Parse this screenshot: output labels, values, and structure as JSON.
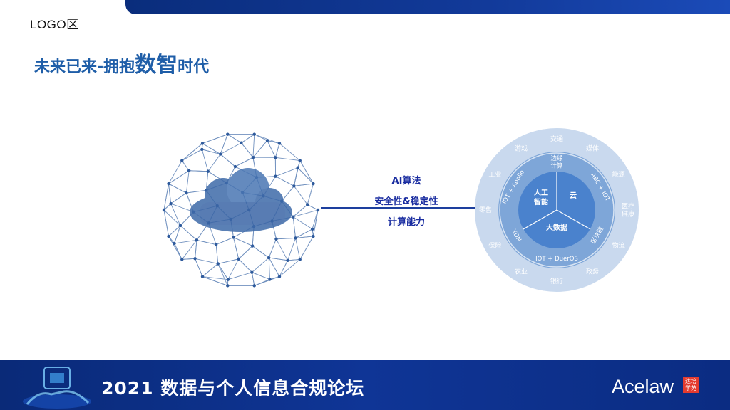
{
  "header": {
    "logo_placeholder": "LOGO区"
  },
  "slide": {
    "title_part1": "未来已来-拥抱",
    "title_emphasis": "数智",
    "title_part2": "时代"
  },
  "connector_labels": [
    "AI算法",
    "安全性&稳定性",
    "计算能力"
  ],
  "wheel": {
    "core": [
      "人工智能",
      "云",
      "大数据"
    ],
    "middle": [
      "边缘计算",
      "ABC + IOT",
      "区块链",
      "IOT + DuerOS",
      "XDN",
      "IOT + Apollo"
    ],
    "outer": [
      "交通",
      "媒体",
      "能源",
      "医疗健康",
      "物流",
      "政务",
      "银行",
      "农业",
      "保险",
      "零售",
      "工业",
      "游戏"
    ]
  },
  "footer": {
    "title": "2021 数据与个人信息合规论坛",
    "brand": "Acelaw",
    "brand_badge": "达培学苑"
  },
  "colors": {
    "primary": "#0f3596",
    "title": "#1f5ea8",
    "label": "#1a2da0",
    "wheel_inner": "#3d78c9",
    "wheel_outer": "#c7d8ee"
  }
}
